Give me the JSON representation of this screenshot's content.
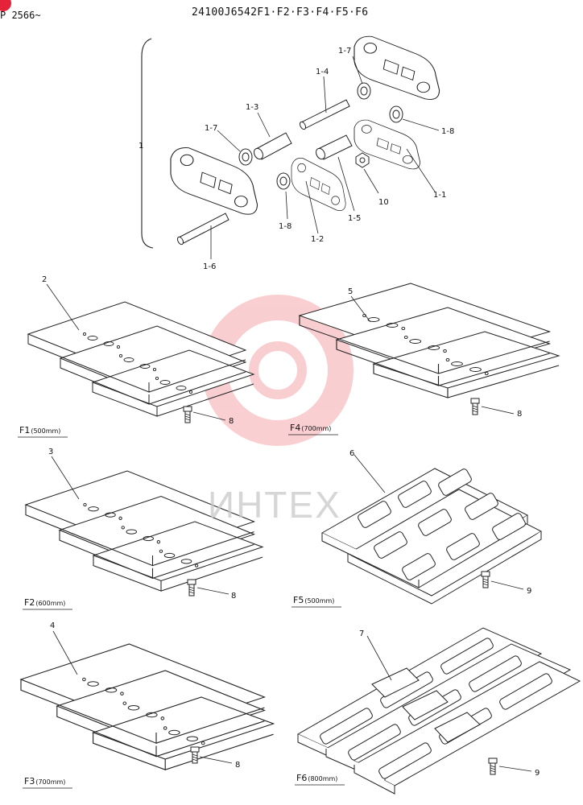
{
  "header": {
    "serial": "P 2566~",
    "title": "24100J6542F1·F2·F3·F4·F5·F6"
  },
  "chain_labels": {
    "group": "1",
    "l1_7a": "1-7",
    "l1_4": "1-4",
    "l1_3": "1-3",
    "l1_7b": "1-7",
    "l1_8a": "1-8",
    "l1_8b": "1-8",
    "l10": "10",
    "l1_1": "1-1",
    "l1_5": "1-5",
    "l1_2": "1-2",
    "l1_6": "1-6"
  },
  "shoes": [
    {
      "part": "2",
      "bolt": "8",
      "caption": "F1",
      "unit": "(500mm)"
    },
    {
      "part": "5",
      "bolt": "8",
      "caption": "F4",
      "unit": "(700mm)"
    },
    {
      "part": "3",
      "bolt": "8",
      "caption": "F2",
      "unit": "(600mm)"
    },
    {
      "part": "6",
      "bolt": "9",
      "caption": "F5",
      "unit": "(500mm)"
    },
    {
      "part": "4",
      "bolt": "8",
      "caption": "F3",
      "unit": "(700mm)"
    },
    {
      "part": "7",
      "bolt": "9",
      "caption": "F6",
      "unit": "(800mm)"
    }
  ],
  "watermark": {
    "text": "ИНТЕХ",
    "color": "#f4a7ad",
    "icon": "gear-logo-icon"
  }
}
